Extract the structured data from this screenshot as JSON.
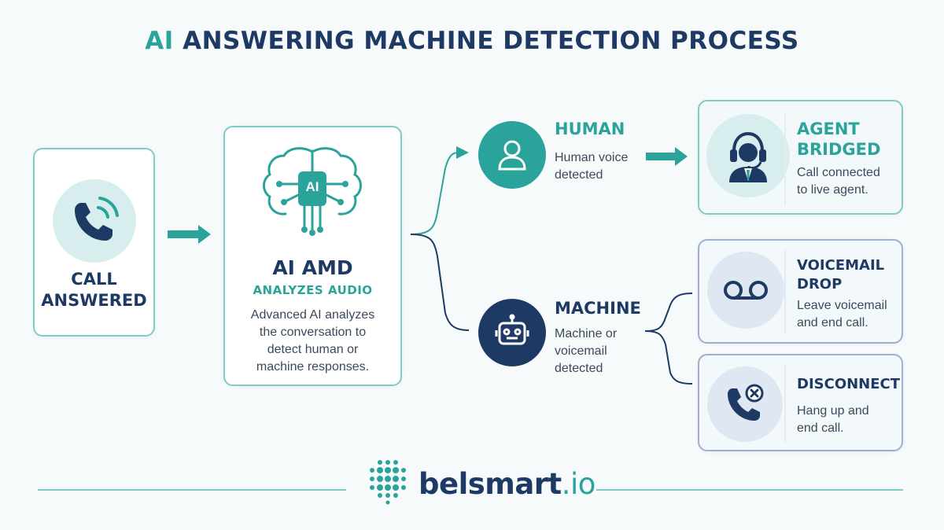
{
  "title": {
    "accent": "AI",
    "rest": " ANSWERING MACHINE DETECTION PROCESS"
  },
  "call": {
    "heading_line1": "CALL",
    "heading_line2": "ANSWERED"
  },
  "ai": {
    "chip_label": "AI",
    "heading": "AI AMD",
    "subheading": "ANALYZES AUDIO",
    "desc_lines": [
      "Advanced AI analyzes",
      "the conversation to",
      "detect human or",
      "machine responses."
    ]
  },
  "human": {
    "heading": "HUMAN",
    "desc_lines": [
      "Human voice",
      "detected"
    ]
  },
  "machine": {
    "heading": "MACHINE",
    "desc_lines": [
      "Machine or",
      "voicemail",
      "detected"
    ]
  },
  "agent": {
    "heading_lines": [
      "AGENT",
      "BRIDGED"
    ],
    "desc_lines": [
      "Call connected",
      "to live agent."
    ]
  },
  "voicemail": {
    "heading_lines": [
      "VOICEMAIL",
      "DROP"
    ],
    "desc_lines": [
      "Leave voicemail",
      "and end call."
    ]
  },
  "disconnect": {
    "heading": "DISCONNECT",
    "desc_lines": [
      "Hang up and",
      "end call."
    ]
  },
  "brand": {
    "name": "belsmart",
    "tld": ".io"
  },
  "colors": {
    "teal": "#2aa39b",
    "navy": "#1e3a64",
    "light_teal": "#d8eeee",
    "light_blue": "#dfe7f3"
  }
}
